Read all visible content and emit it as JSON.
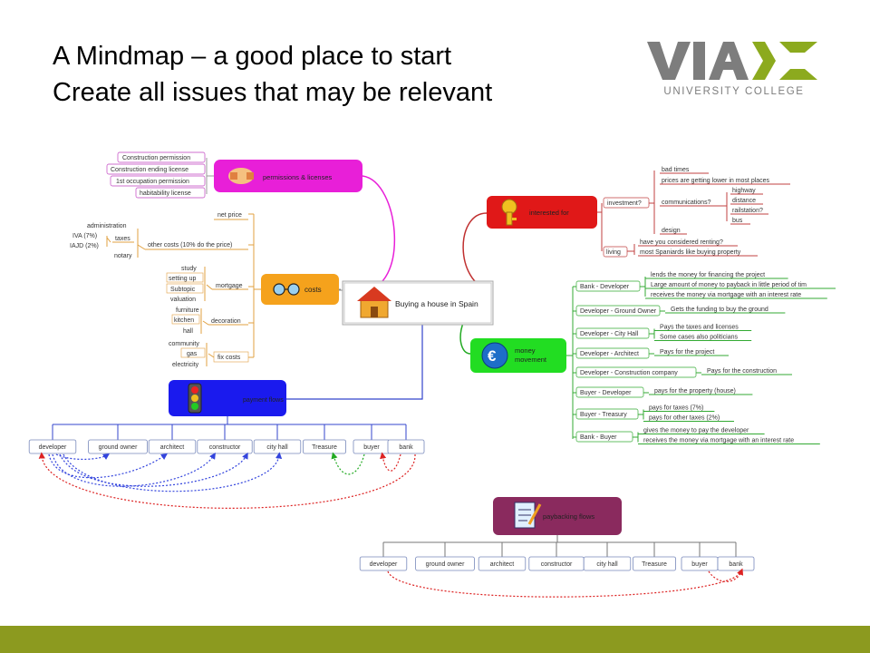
{
  "slide": {
    "title_line1": "A Mindmap – a good place to start",
    "title_line2": "Create all issues that may be relevant"
  },
  "logo": {
    "mark": "VIA",
    "subtitle": "UNIVERSITY COLLEGE",
    "colors": {
      "grey": "#7d7d7d",
      "green": "#8caa1e"
    }
  },
  "footer": {
    "color": "#8c9a1f"
  },
  "mindmap": {
    "center": {
      "label": "Buying a house in Spain",
      "icon": "house-icon"
    },
    "permissions": {
      "label": "permissions & licenses",
      "icon": "handshake-icon",
      "color": "#e81fd8",
      "items": [
        "Construction permission",
        "Construction ending license",
        "1st occupation permission",
        "habitability license"
      ]
    },
    "costs": {
      "label": "costs",
      "icon": "glasses-icon",
      "color": "#f5a21c",
      "net_price": "net price",
      "other_costs": "other costs (10% do the price)",
      "administration": "administration",
      "taxes": "taxes",
      "iva": "IVA (7%)",
      "iajd": "IAJD (2%)",
      "notary": "notary",
      "mortgage": "mortgage",
      "mortgage_items": [
        "study",
        "setting up",
        "Subtopic",
        "valuation"
      ],
      "decoration": "decoration",
      "decoration_items": [
        "furniture",
        "kitchen",
        "hall"
      ],
      "fix_costs": "fix costs",
      "fix_items": [
        "community",
        "gas",
        "electricity"
      ]
    },
    "interested": {
      "label": "interested for",
      "icon": "key-icon",
      "color": "#e01818",
      "investment": "investment?",
      "bad_times": "bad times",
      "prices_lower": "prices are getting lower in most places",
      "communications": "communications?",
      "comm_items": [
        "highway",
        "distance",
        "railstation?",
        "bus"
      ],
      "design": "design",
      "living": "living",
      "renting": "have you considered renting?",
      "spaniards": "most Spaniards like buying property"
    },
    "money": {
      "label_line1": "money",
      "label_line2": "movement",
      "icon": "euro-icon",
      "color": "#22cc22",
      "rows": [
        {
          "node": "Bank - Developer",
          "notes": [
            "lends the money for financing the project",
            "Large amount of money to payback in little period of tim",
            "receives the money via mortgage with an interest rate"
          ]
        },
        {
          "node": "Developer - Ground Owner",
          "notes": [
            "Gets the funding to buy the ground"
          ]
        },
        {
          "node": "Developer - City Hall",
          "notes": [
            "Pays the taxes and licenses",
            "Some cases also politicians"
          ]
        },
        {
          "node": "Developer - Architect",
          "notes": [
            "Pays for the project"
          ]
        },
        {
          "node": "Developer - Construction company",
          "notes": [
            "Pays for the construction"
          ]
        },
        {
          "node": "Buyer - Developer",
          "notes": [
            "pays for the property (house)"
          ]
        },
        {
          "node": "Buyer - Treasury",
          "notes": [
            "pays for taxes (7%)",
            "pays for other taxes (2%)"
          ]
        },
        {
          "node": "Bank - Buyer",
          "notes": [
            "gives the money to pay the developer",
            "receives the money via mortgage with an interest rate"
          ]
        }
      ]
    },
    "payment": {
      "label": "payment flows",
      "icon": "traffic-light-icon",
      "color": "#1a1aee",
      "actors": [
        "developer",
        "ground owner",
        "architect",
        "constructor",
        "city hall",
        "Treasure",
        "buyer",
        "bank"
      ]
    },
    "payback": {
      "label": "paybacking flows",
      "icon": "notepad-icon",
      "color": "#8a2a5e",
      "actors": [
        "developer",
        "ground owner",
        "architect",
        "constructor",
        "city hall",
        "Treasure",
        "buyer",
        "bank"
      ]
    }
  }
}
